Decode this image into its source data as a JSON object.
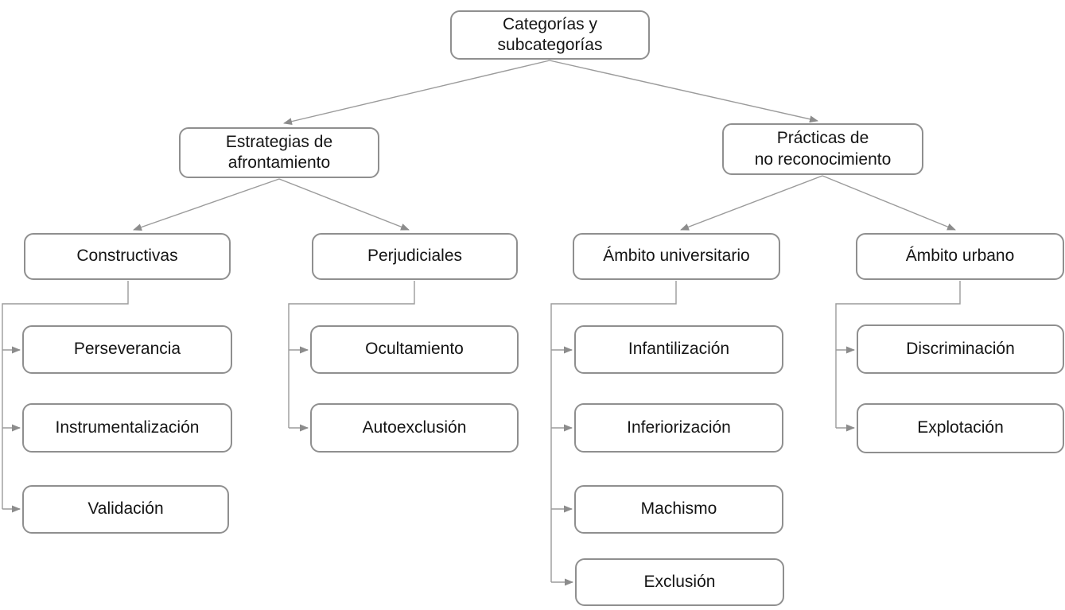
{
  "diagram": {
    "title": "Categorías y subcategorías",
    "nodes": {
      "root": "Categorías y\nsubcategorías",
      "estrategias": "Estrategias de\nafrontamiento",
      "practicas": "Prácticas de\nno reconocimiento",
      "constructivas": "Constructivas",
      "perjudiciales": "Perjudiciales",
      "ambito_universitario": "Ámbito universitario",
      "ambito_urbano": "Ámbito urbano",
      "perseverancia": "Perseverancia",
      "instrumentalizacion": "Instrumentalización",
      "validacion": "Validación",
      "ocultamiento": "Ocultamiento",
      "autoexclusion": "Autoexclusión",
      "infantilizacion": "Infantilización",
      "inferiorizacion": "Inferiorización",
      "machismo": "Machismo",
      "exclusion": "Exclusión",
      "discriminacion": "Discriminación",
      "explotacion": "Explotación"
    },
    "hierarchy": {
      "Categorías y subcategorías": {
        "Estrategias de afrontamiento": {
          "Constructivas": [
            "Perseverancia",
            "Instrumentalización",
            "Validación"
          ],
          "Perjudiciales": [
            "Ocultamiento",
            "Autoexclusión"
          ]
        },
        "Prácticas de no reconocimiento": {
          "Ámbito universitario": [
            "Infantilización",
            "Inferiorización",
            "Machismo",
            "Exclusión"
          ],
          "Ámbito urbano": [
            "Discriminación",
            "Explotación"
          ]
        }
      }
    },
    "colors": {
      "background": "#ffffff",
      "box_border": "#8f8f8f",
      "connector_line": "#9b9b9b",
      "arrowhead": "#8c8c8c",
      "text": "#151515"
    }
  }
}
